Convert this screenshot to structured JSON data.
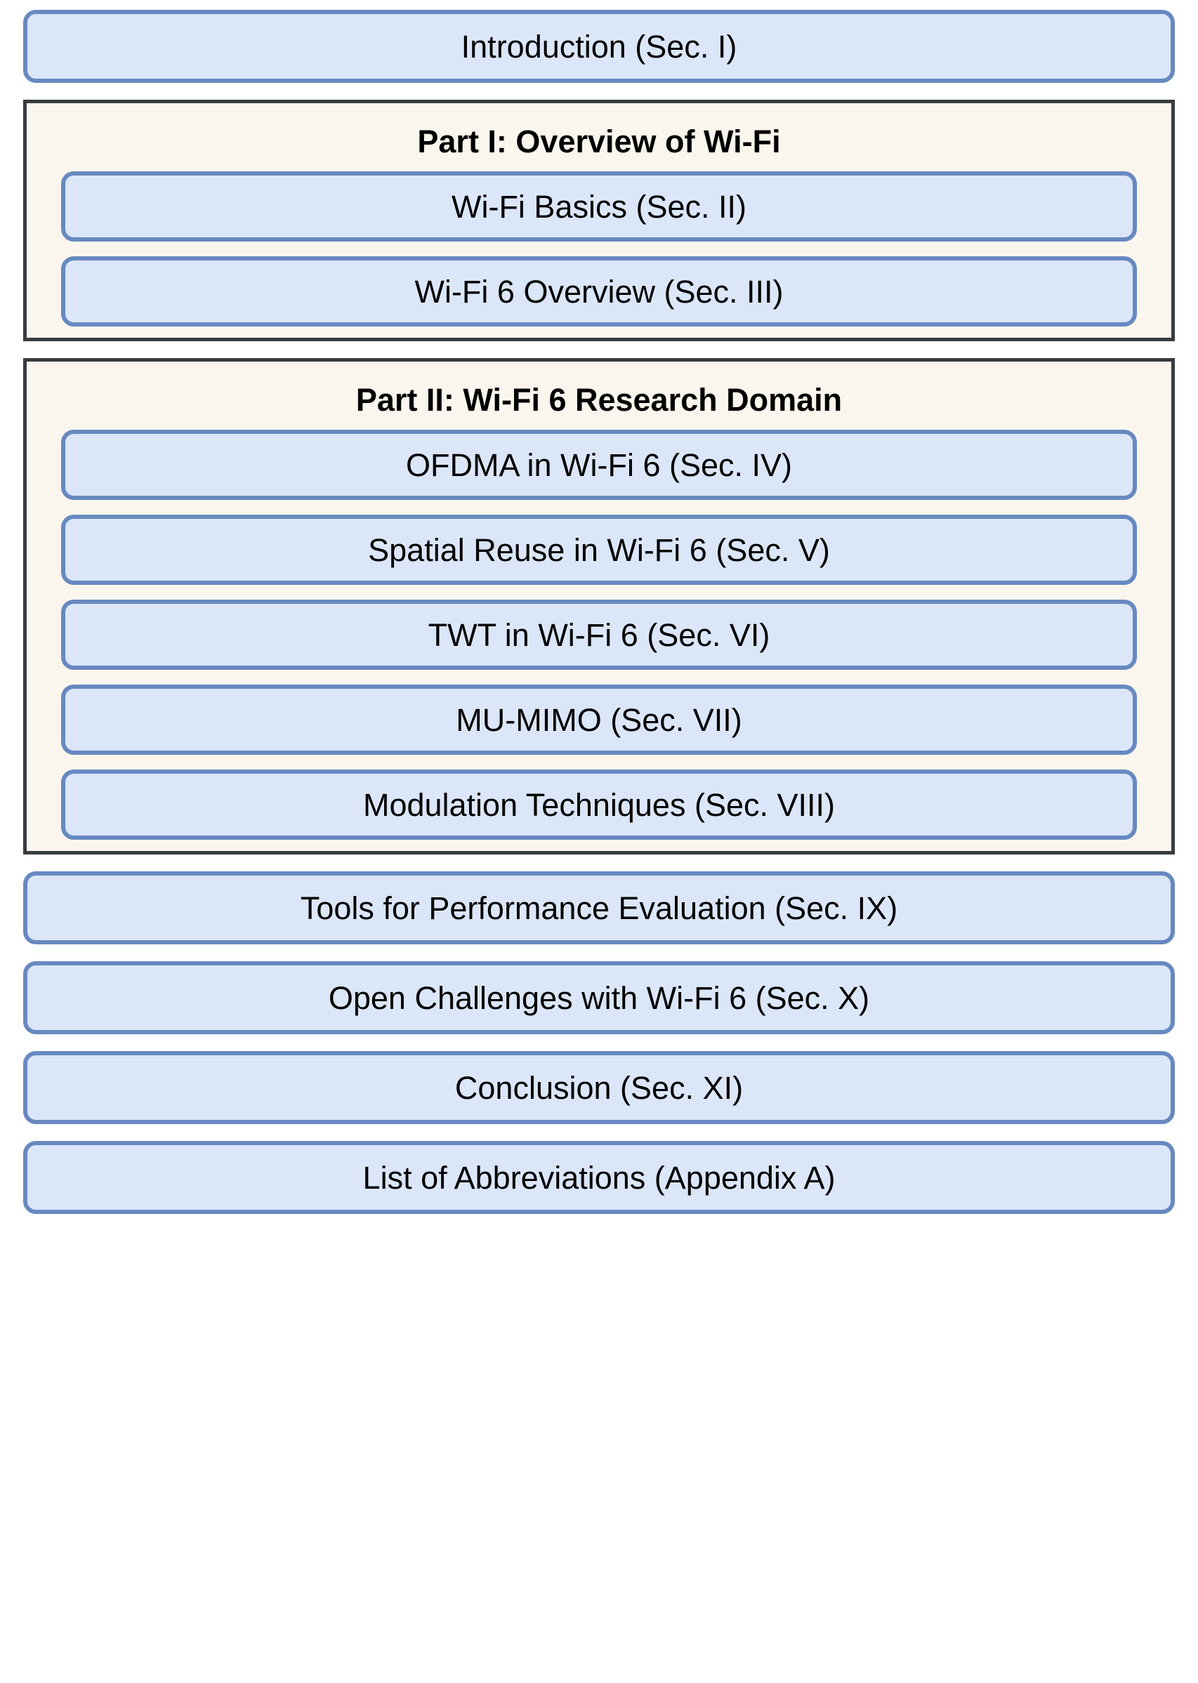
{
  "diagram": {
    "type": "flowchart",
    "orientation": "vertical",
    "colors": {
      "node_fill": "#dbe6f8",
      "node_border": "#6789c0",
      "group_fill": "#faf6ed",
      "group_border": "#373c41",
      "text": "#000000",
      "page_background": "#ffffff"
    },
    "intro": {
      "label": "Introduction (Sec. I)"
    },
    "parts": [
      {
        "title": "Part I: Overview of Wi-Fi",
        "items": [
          {
            "label": "Wi-Fi Basics (Sec. II)"
          },
          {
            "label": "Wi-Fi 6 Overview (Sec. III)"
          }
        ]
      },
      {
        "title": "Part II: Wi-Fi 6 Research Domain",
        "items": [
          {
            "label": "OFDMA in Wi-Fi 6 (Sec. IV)"
          },
          {
            "label": "Spatial Reuse in Wi-Fi 6 (Sec. V)"
          },
          {
            "label": "TWT in Wi-Fi 6 (Sec. VI)"
          },
          {
            "label": "MU-MIMO (Sec. VII)"
          },
          {
            "label": "Modulation Techniques (Sec. VIII)"
          }
        ]
      }
    ],
    "tail": [
      {
        "label": "Tools for Performance Evaluation (Sec. IX)"
      },
      {
        "label": "Open Challenges with Wi-Fi 6 (Sec. X)"
      },
      {
        "label": "Conclusion (Sec. XI)"
      },
      {
        "label": "List of Abbreviations (Appendix A)"
      }
    ]
  }
}
